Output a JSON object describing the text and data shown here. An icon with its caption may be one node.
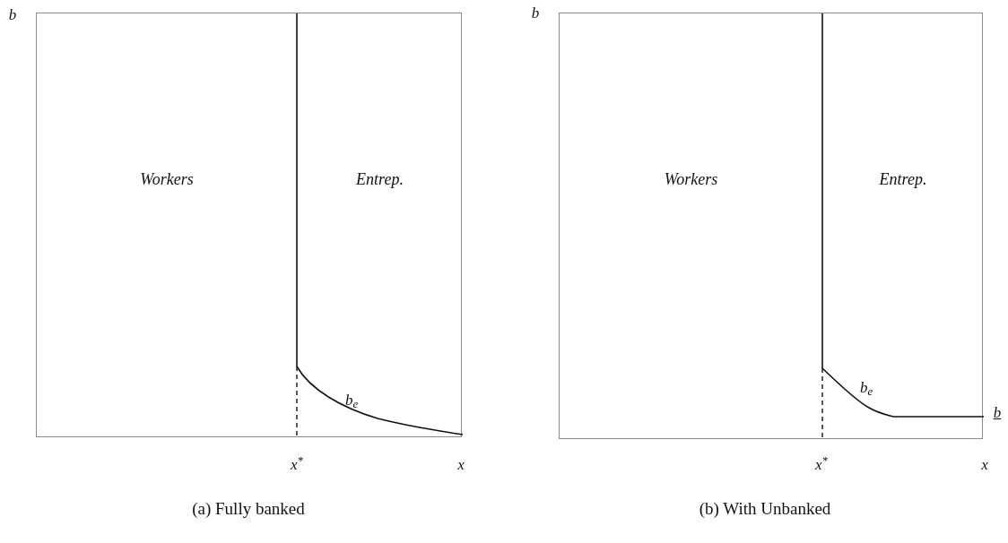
{
  "diagram": {
    "nodes": [
      {
        "text": [],
        "shape": "box",
        "beside": [
          "(a) Fully banked"
        ]
      },
      {
        "text": [
          "Workers"
        ],
        "in": 0
      },
      {
        "text": [
          "Entrep."
        ],
        "in": 0
      },
      {
        "text": [],
        "shape": "box",
        "beside": [
          "(b) With Unbanked"
        ]
      },
      {
        "text": [
          "Workers"
        ],
        "in": 3
      },
      {
        "text": [
          "Entrep."
        ],
        "in": 3
      }
    ],
    "edges": [],
    "labels": [
      "b",
      "b$_{e}$",
      "x$^{*}$",
      "x",
      "b",
      "b$_{e}$",
      "b",
      "x$^{*}$",
      "x"
    ]
  }
}
